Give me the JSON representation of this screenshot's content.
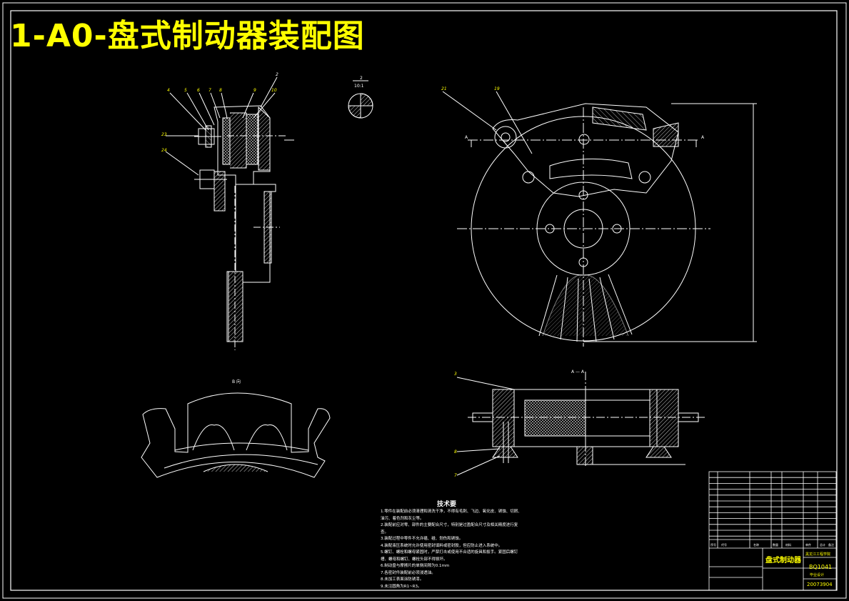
{
  "title": "1-A0-盘式制动器装配图",
  "callouts": {
    "top_left": [
      "4",
      "5",
      "6",
      "7",
      "8",
      "9",
      "10",
      "2"
    ],
    "left_side": [
      "23",
      "24"
    ],
    "detail_label": "2",
    "detail_scale": "10:1",
    "right_top": [
      "21",
      "19"
    ],
    "section_marks": [
      "A",
      "A"
    ],
    "section_view": "A — A",
    "bottom_right": [
      "3",
      "8",
      "7"
    ],
    "bottom_left_view": "B 向"
  },
  "tech_requirements": {
    "title": "技术要",
    "items": [
      "1.零件在装配前必须清理和清洗干净，不得有毛刺、飞边、氧化皮、锈蚀、切屑、",
      "  油污、着色剂和灰尘等。",
      "2.装配前应对零、部件的主要配合尺寸，特别是过盈配合尺寸及相关精度进行复",
      "  查。",
      "3.装配过程中零件不允许磕、碰、划伤和锈蚀。",
      "4.装配液压系统时允许使用密封填料或密封胶，但应防止进入系统中。",
      "5.螺钉、螺栓和螺母紧固时，严禁打击或使用不合适的旋具和扳手。紧固后螺钉",
      "  槽、螺母和螺钉、螺栓头部不得损坏。",
      "6.制动盘与摩擦片的单侧间隙为0.1mm",
      "7.各密封件装配前必须浸透油。",
      "8.未加工表面涂防锈漆。",
      "9.未注圆角为R1~R3。"
    ]
  },
  "title_block": {
    "drawing_name": "盘式制动器",
    "drawing_no": "BQ1041",
    "school": "黑龙江工程学院",
    "student_no": "20073904",
    "note": "毕业设计",
    "header_cols": [
      "序号",
      "代号",
      "名称",
      "数量",
      "材料",
      "单件",
      "总计",
      "备注"
    ]
  }
}
